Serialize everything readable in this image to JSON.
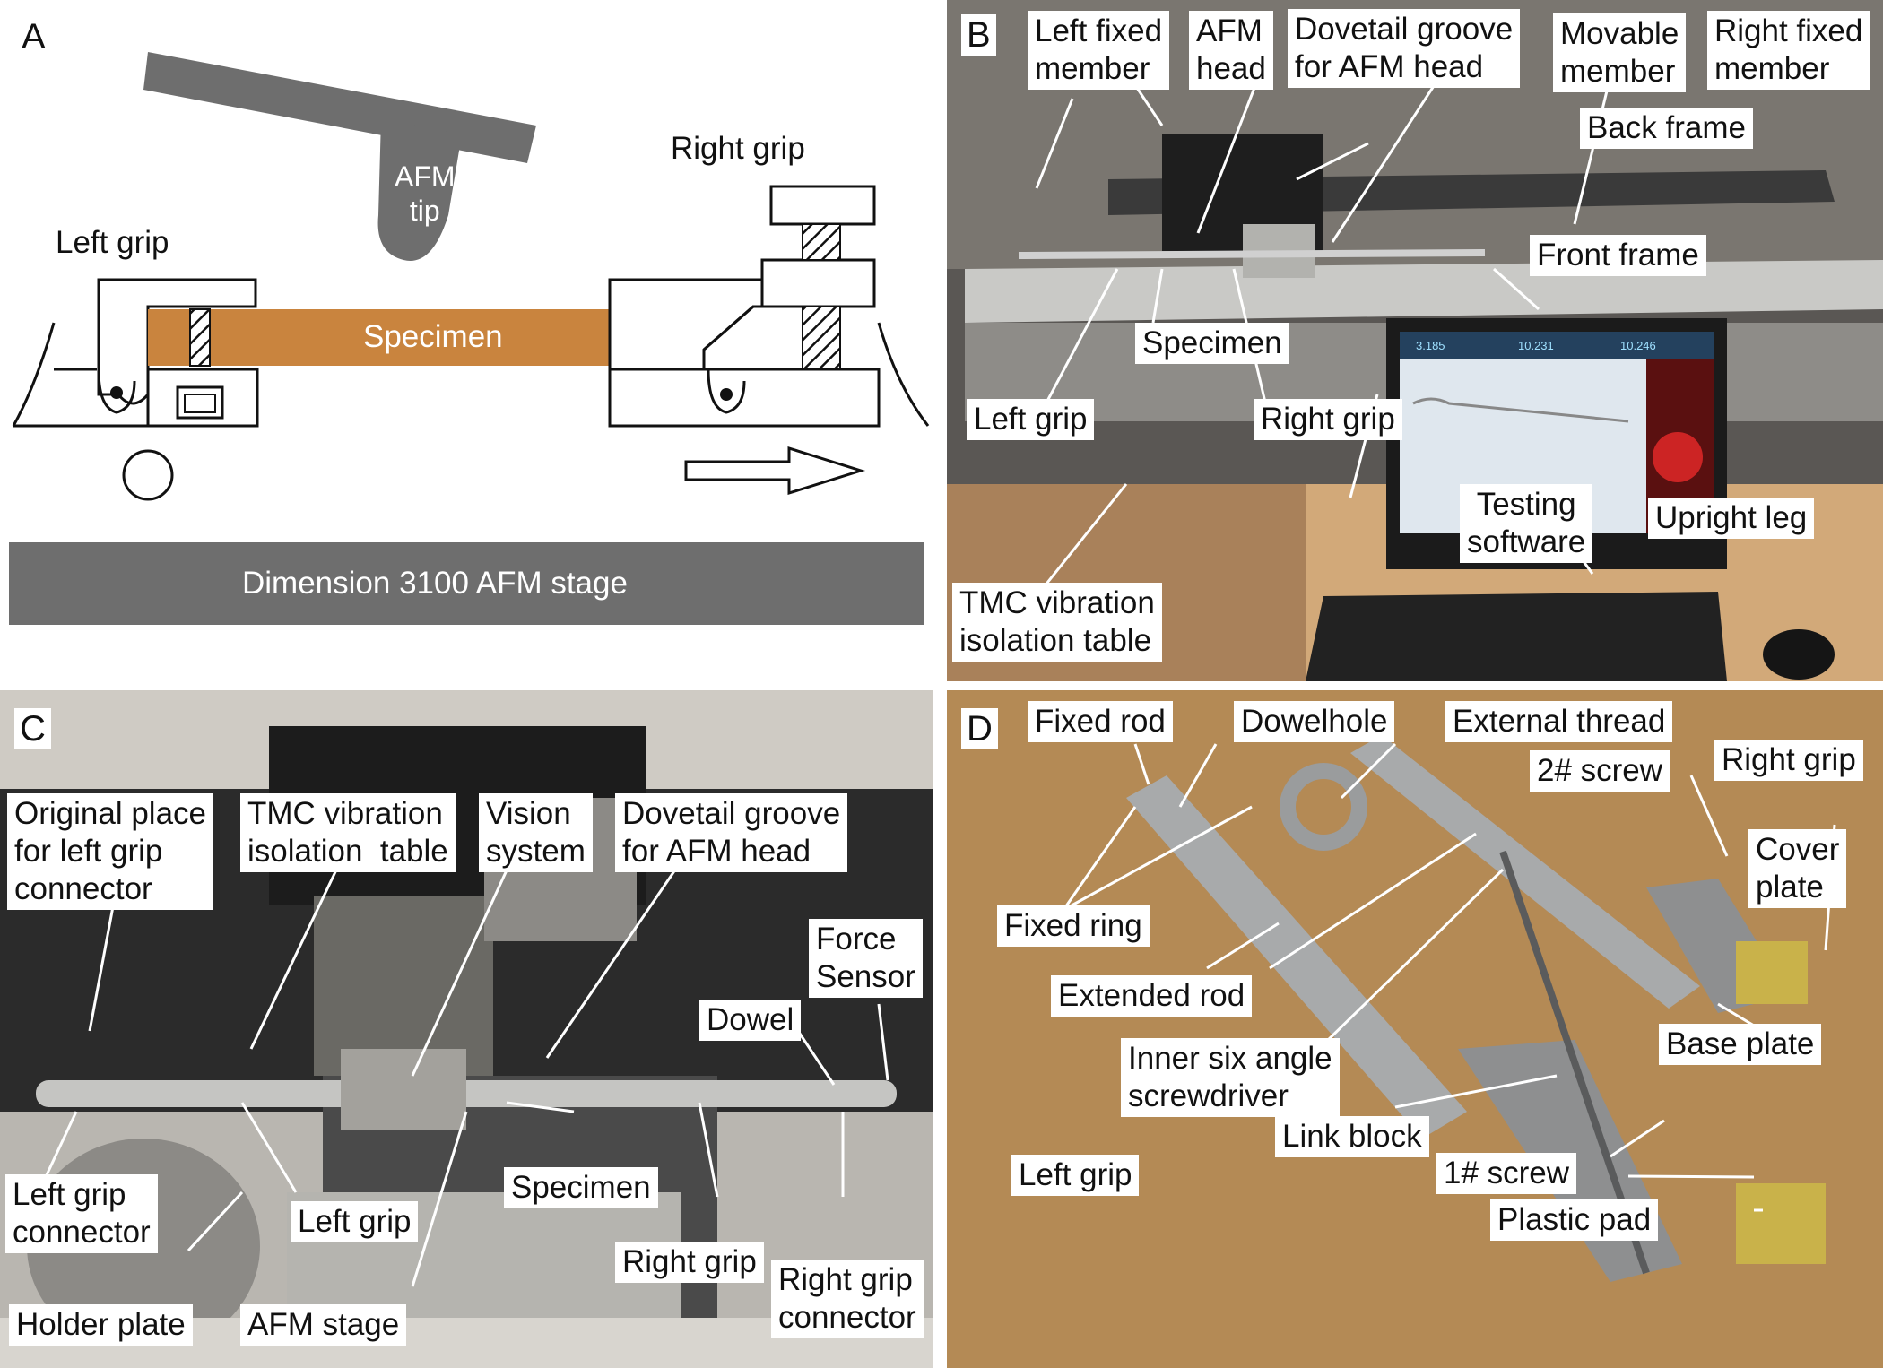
{
  "panels": {
    "a": {
      "letter": "A",
      "afm_tip": "AFM\ntip",
      "left_grip": "Left grip",
      "right_grip": "Right grip",
      "specimen": "Specimen",
      "stage": "Dimension 3100 AFM stage"
    },
    "b": {
      "letter": "B",
      "labels": [
        "Left fixed\nmember",
        "AFM\nhead",
        "Dovetail groove\nfor AFM head",
        "Movable\nmember",
        "Right fixed\nmember",
        "Back frame",
        "Front frame",
        "Specimen",
        "Left grip",
        "Right grip",
        "Testing\nsoftware",
        "Upright leg",
        "TMC vibration\nisolation table"
      ],
      "screen_values": [
        "3.185",
        "10.231",
        "10.246"
      ]
    },
    "c": {
      "letter": "C",
      "labels": [
        "Original place\nfor left grip\nconnector",
        "TMC vibration\nisolation  table",
        "Vision\nsystem",
        "Dovetail groove\nfor AFM head",
        "Force\nSensor",
        "Dowel",
        "Specimen",
        "Left grip\nconnector",
        "Left grip",
        "Right grip",
        "Right grip\nconnector",
        "Holder plate",
        "AFM stage"
      ]
    },
    "d": {
      "letter": "D",
      "labels": [
        "Fixed rod",
        "Dowelhole",
        "External thread",
        "Right grip",
        "2# screw",
        "Cover\nplate",
        "Fixed ring",
        "Extended rod",
        "Base plate",
        "Inner six angle\nscrewdriver",
        "Link block",
        "Left grip",
        "1# screw",
        "Plastic pad"
      ]
    }
  },
  "colors": {
    "specimen": "#c9843e",
    "gray": "#6e6e6e",
    "panel_b_bg": "#5a5754",
    "panel_c_bg": "#b9b6b0",
    "panel_d_bg": "#b48a55"
  }
}
